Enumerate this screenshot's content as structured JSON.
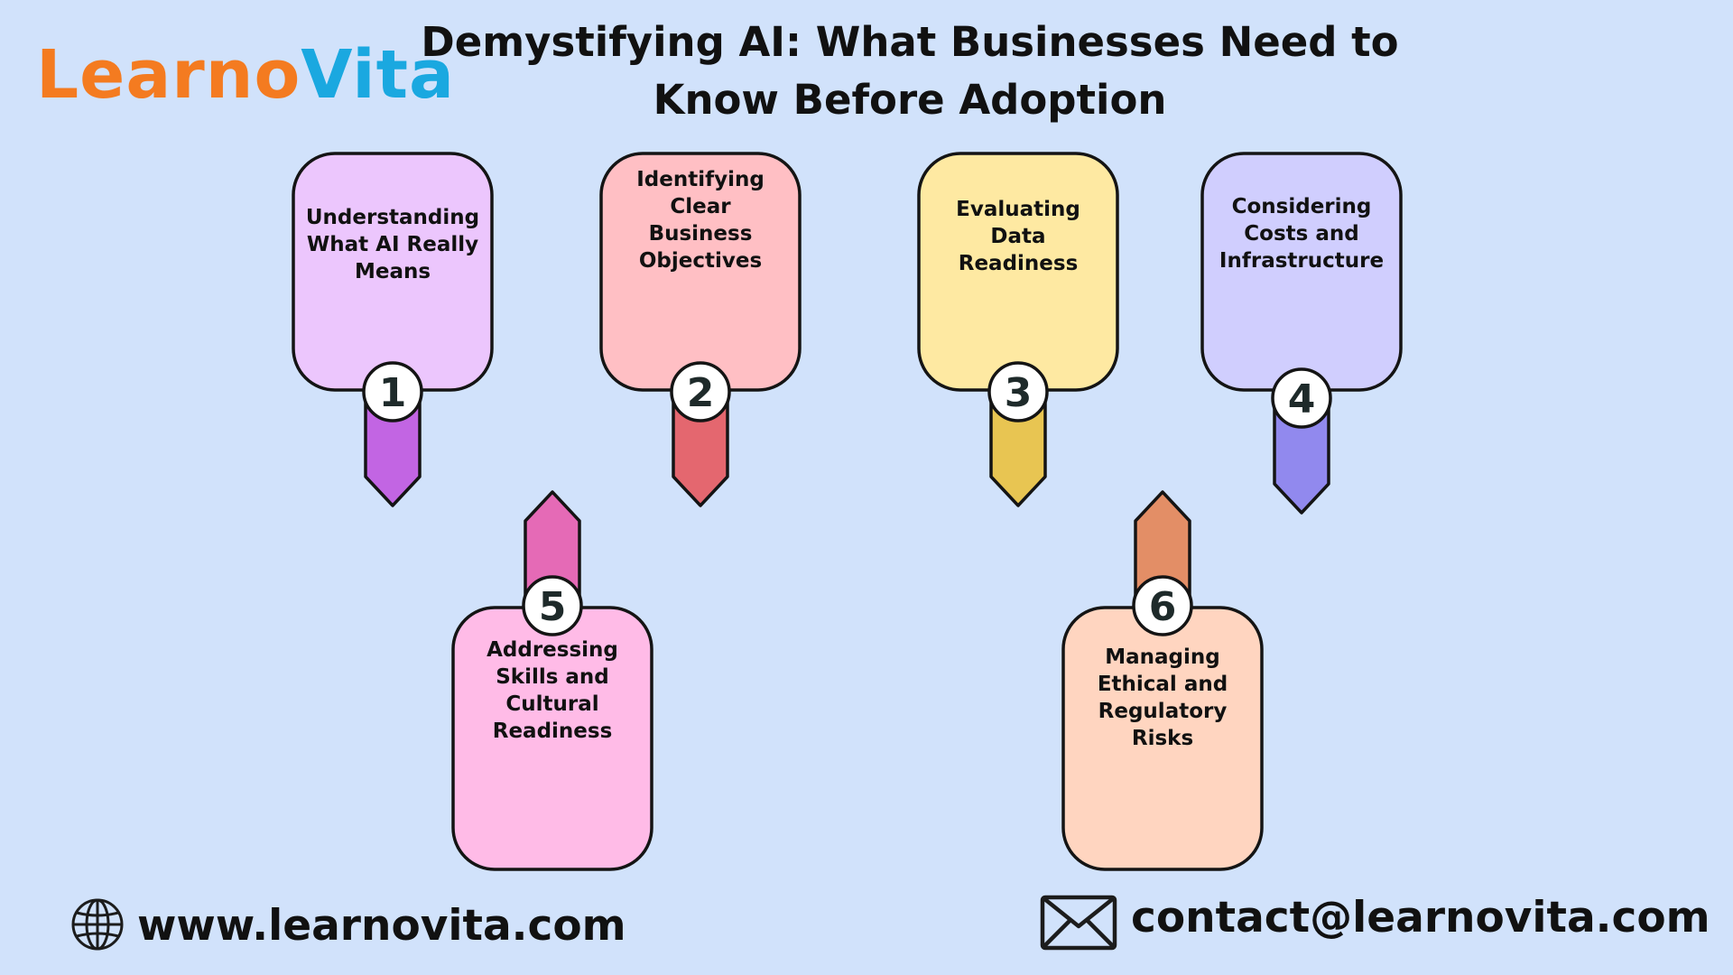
{
  "logo": {
    "part1": "Learno",
    "part2": "Vita",
    "colors": {
      "part1": "#f47b20",
      "part2": "#1aa8e0"
    }
  },
  "title": {
    "line1": "Demystifying AI: What Businesses Need to",
    "line2": "Know Before Adoption"
  },
  "steps": [
    {
      "number": "1",
      "lines": [
        "Understanding",
        "What AI Really",
        "Means"
      ],
      "card_color": "#ecc6fd",
      "tab_color": "#c265e3"
    },
    {
      "number": "2",
      "lines": [
        "Identifying",
        "Clear",
        "Business",
        "Objectives"
      ],
      "card_color": "#ffbfc4",
      "tab_color": "#e4676f"
    },
    {
      "number": "3",
      "lines": [
        "Evaluating",
        "Data",
        "Readiness"
      ],
      "card_color": "#fee9a2",
      "tab_color": "#e8c552"
    },
    {
      "number": "4",
      "lines": [
        "Considering",
        "Costs and",
        "Infrastructure"
      ],
      "card_color": "#d0cefe",
      "tab_color": "#9189ee"
    },
    {
      "number": "5",
      "lines": [
        "Addressing",
        "Skills and",
        "Cultural",
        "Readiness"
      ],
      "card_color": "#ffbbe7",
      "tab_color": "#e56ab6"
    },
    {
      "number": "6",
      "lines": [
        "Managing",
        "Ethical and",
        "Regulatory",
        "Risks"
      ],
      "card_color": "#ffd5c0",
      "tab_color": "#e38e66"
    }
  ],
  "footer": {
    "website": "www.learnovita.com",
    "email": "contact@learnovita.com",
    "website_icon": "globe-icon",
    "email_icon": "envelope-icon"
  }
}
